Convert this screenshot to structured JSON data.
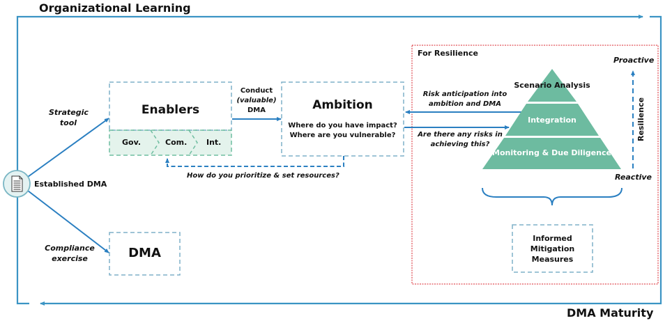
{
  "frame": {
    "top_label": "Organizational Learning",
    "bottom_label": "DMA Maturity"
  },
  "origin": {
    "label": "Established DMA",
    "icon": "document-icon"
  },
  "branches": {
    "strategic": [
      "Strategic",
      "tool"
    ],
    "compliance": [
      "Compliance",
      "exercise"
    ]
  },
  "enablers": {
    "title": "Enablers",
    "steps": [
      "Gov.",
      "Com.",
      "Int."
    ]
  },
  "dma_box": {
    "title": "DMA"
  },
  "conduct": {
    "line1": "Conduct",
    "line2": "(valuable)",
    "line3": "DMA"
  },
  "ambition": {
    "title": "Ambition",
    "q1": "Where do you have impact?",
    "q2": "Where are you vulnerable?"
  },
  "feedback": {
    "label": "How do you prioritize & set resources?"
  },
  "resilience": {
    "section_title": "For Resilience",
    "risk_anticipation": [
      "Risk anticipation into",
      "ambition and DMA"
    ],
    "risks_question": [
      "Are there any risks in",
      "achieving this?"
    ],
    "pyramid": [
      "Scenario Analysis",
      "Integration",
      "Monitoring & Due Diligence"
    ],
    "axis_top": "Proactive",
    "axis_bottom": "Reactive",
    "axis_label": "Resilience",
    "outcome": [
      "Informed",
      "Mitigation",
      "Measures"
    ]
  },
  "colors": {
    "frame_blue": "#3b94c4",
    "arrow_blue": "#2a7fc1",
    "dashed_blue": "#7fb0c8",
    "dashed_green": "#6fbea1",
    "green_fill": "#e4f3ec",
    "pyramid_green": "#6dbba0",
    "red_dotted": "#d9242c"
  }
}
